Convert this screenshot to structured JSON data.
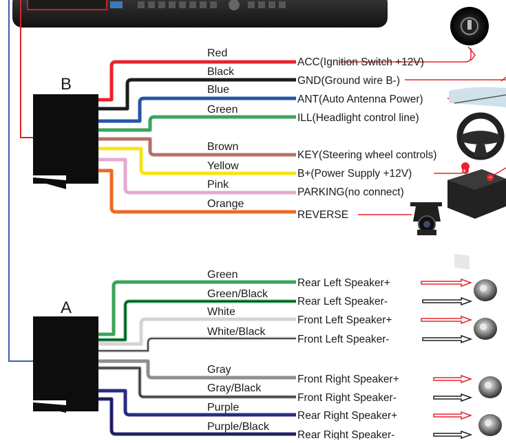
{
  "connector_b": {
    "letter": "B",
    "wires": [
      {
        "color_name": "Red",
        "hex": "#e8232a",
        "function": "ACC(Ignition Switch +12V)"
      },
      {
        "color_name": "Black",
        "hex": "#1c1c1c",
        "function": "GND(Ground wire B-)"
      },
      {
        "color_name": "Blue",
        "hex": "#2356a8",
        "function": "ANT(Auto Antenna Power)"
      },
      {
        "color_name": "Green",
        "hex": "#3aa45a",
        "function": "ILL(Headlight control line)"
      },
      {
        "color_name": "Brown",
        "hex": "#b57068",
        "function": "KEY(Steering wheel controls)"
      },
      {
        "color_name": "Yellow",
        "hex": "#f5e614",
        "function": "B+(Power Supply +12V)"
      },
      {
        "color_name": "Pink",
        "hex": "#e7a8cf",
        "function": "PARKING(no connect)"
      },
      {
        "color_name": "Orange",
        "hex": "#ee6a24",
        "function": "REVERSE"
      }
    ]
  },
  "connector_a": {
    "letter": "A",
    "wires": [
      {
        "color_name": "Green",
        "hex": "#3aa45a",
        "stripe": "",
        "function": "Rear Left Speaker+",
        "polarity": "+"
      },
      {
        "color_name": "Green/Black",
        "hex": "#3aa45a",
        "stripe": "#1c1c1c",
        "function": "Rear Left Speaker-",
        "polarity": "-"
      },
      {
        "color_name": "White",
        "hex": "#d4d4d4",
        "stripe": "",
        "function": "Front Left Speaker+",
        "polarity": "+"
      },
      {
        "color_name": "White/Black",
        "hex": "#d4d4d4",
        "stripe": "#1c1c1c",
        "function": "Front Left Speaker-",
        "polarity": "-"
      },
      {
        "color_name": "Gray",
        "hex": "#8e8e8e",
        "stripe": "",
        "function": "Front Right Speaker+",
        "polarity": "+"
      },
      {
        "color_name": "Gray/Black",
        "hex": "#8e8e8e",
        "stripe": "#1c1c1c",
        "function": "Front Right Speaker-",
        "polarity": "-"
      },
      {
        "color_name": "Purple",
        "hex": "#2a2a86",
        "stripe": "",
        "function": "Rear Right Speaker+",
        "polarity": "+"
      },
      {
        "color_name": "Purple/Black",
        "hex": "#2a2a86",
        "stripe": "#1c1c1c",
        "function": "Rear Right Speaker-",
        "polarity": "-"
      }
    ]
  },
  "colors": {
    "outline_red": "#d8232a",
    "outline_blue": "#3a5ea8",
    "connector_body": "#0d0d0d",
    "arrow_positive": "#e8232a",
    "arrow_negative": "#1c1c1c"
  },
  "icons": {
    "ignition": "ignition-key-icon",
    "antenna": "car-antenna-icon",
    "steering": "steering-wheel-icon",
    "battery": "car-battery-icon",
    "camera": "reverse-camera-icon",
    "speaker": "speaker-icon"
  }
}
